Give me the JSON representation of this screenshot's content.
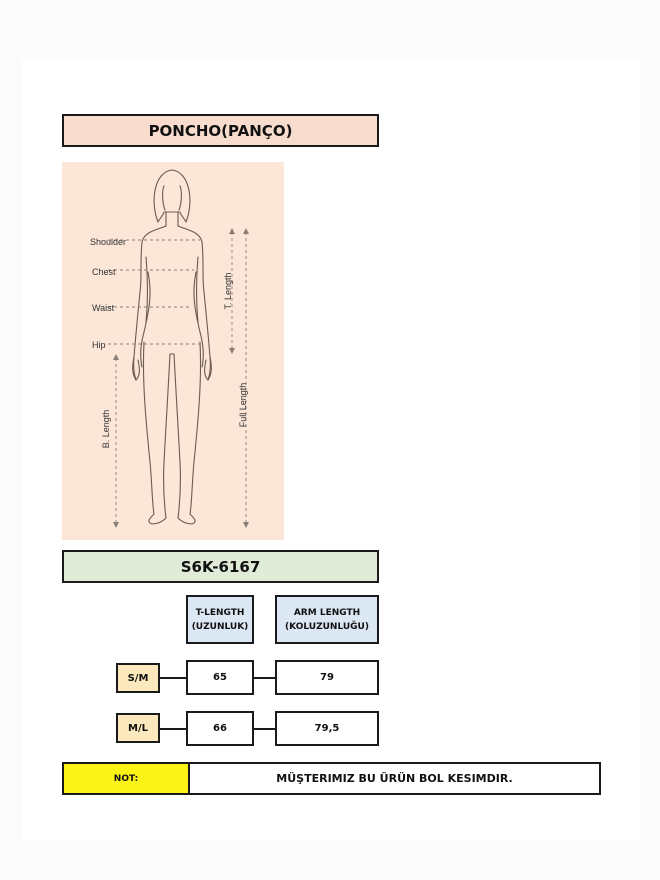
{
  "product": {
    "title": "PONCHO(PANÇO)",
    "code": "S6K-6167"
  },
  "figure": {
    "labels": {
      "shoulder": "Shoulder",
      "chest": "Chest",
      "waist": "Waist",
      "hip": "Hip",
      "t_length": "T. Length",
      "full_length": "Full Length",
      "b_length": "B. Length"
    },
    "background_color": "#fbe6d8"
  },
  "table": {
    "headers": [
      {
        "line1": "T-LENGTH",
        "line2": "(UZUNLUK)"
      },
      {
        "line1": "ARM LENGTH",
        "line2": "(KOLUZUNLUĞU)"
      }
    ],
    "rows": [
      {
        "size": "S/M",
        "t_length": "65",
        "arm_length": "79"
      },
      {
        "size": "M/L",
        "t_length": "66",
        "arm_length": "79,5"
      }
    ]
  },
  "note": {
    "label": "NOT:",
    "text": "MÜŞTERIMIZ BU ÜRÜN BOL KESIMDIR."
  },
  "colors": {
    "title_bg": "#f8dccd",
    "code_bg": "#e1ecd8",
    "header_bg": "#dce7f4",
    "size_bg": "#fbe8bc",
    "note_label_bg": "#fbf316"
  }
}
